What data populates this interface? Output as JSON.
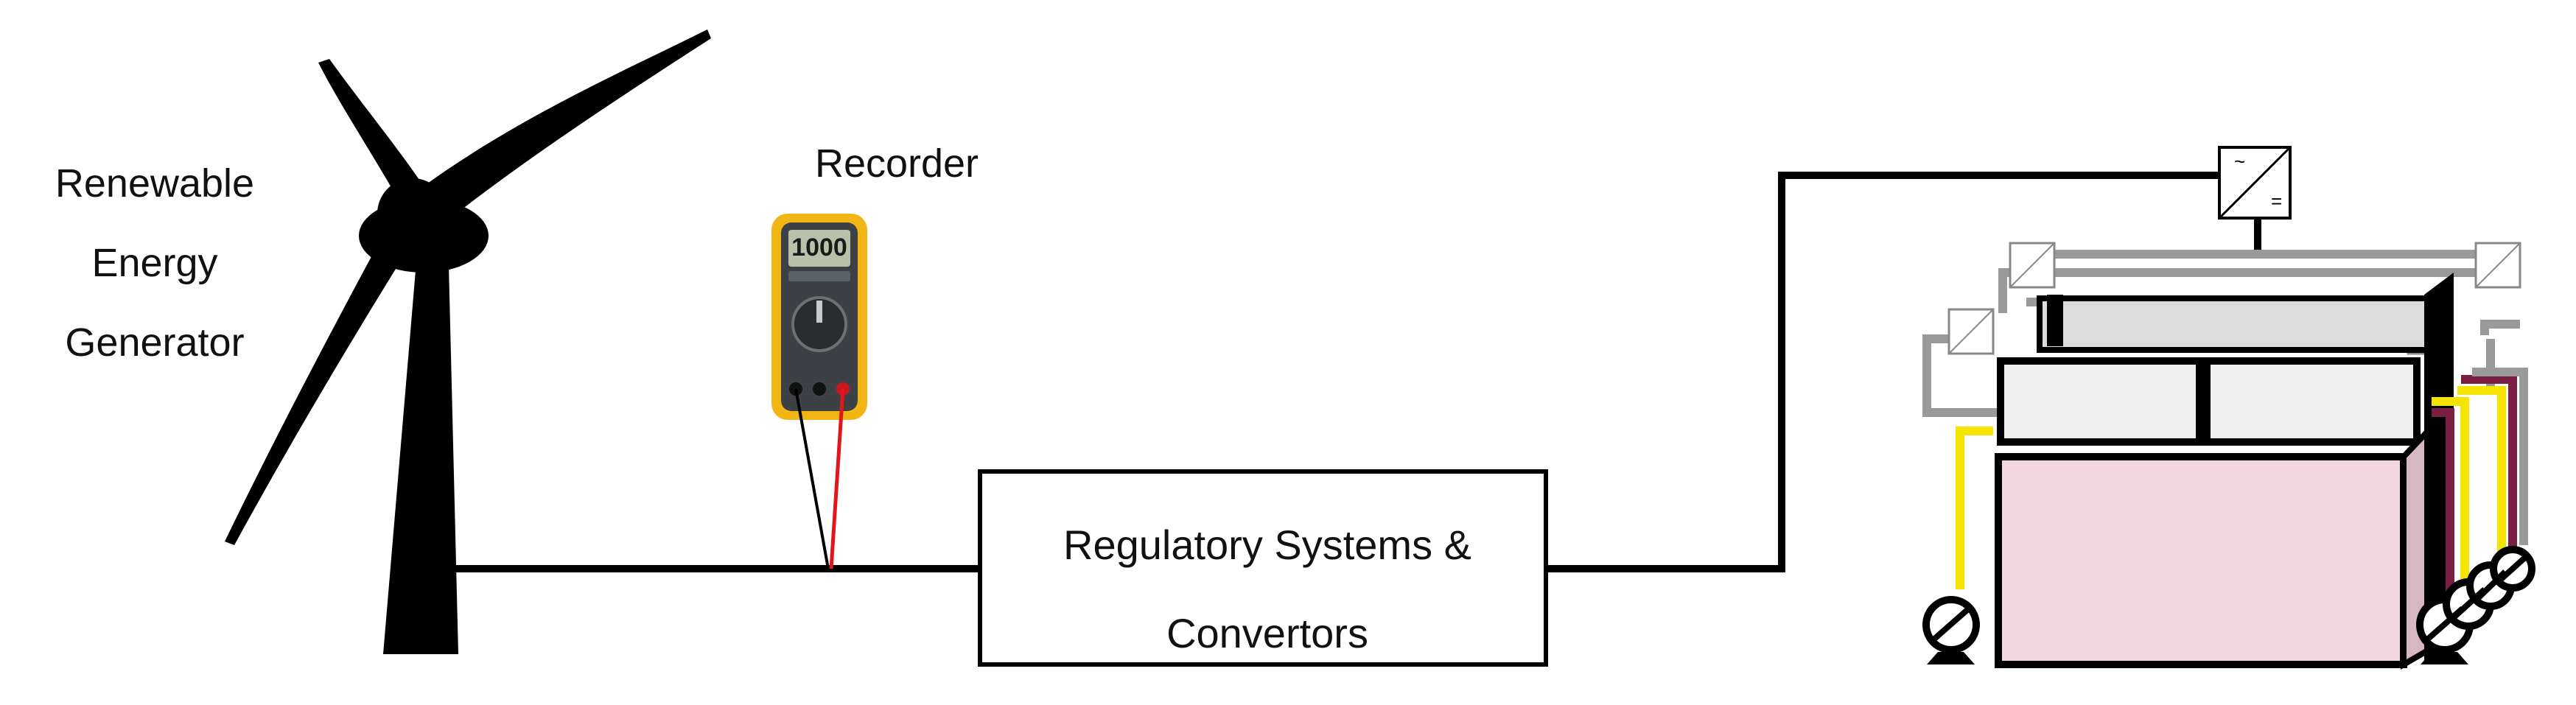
{
  "diagram": {
    "turbine": {
      "label_lines": [
        "Renewable",
        "Energy",
        "Generator"
      ]
    },
    "recorder": {
      "label": "Recorder",
      "display": "1000"
    },
    "regulator": {
      "label_lines": [
        "Regulatory Systems &",
        "Convertors"
      ]
    },
    "converter_symbols": {
      "ac": "~",
      "dc": "="
    }
  },
  "colors": {
    "line": "#000000",
    "probe_red": "#e0161b",
    "meter_yellow": "#f2b516",
    "meter_body": "#3d4145",
    "cabinet_pink": "#f3d6e0",
    "cabinet_light": "#efeff0",
    "pipe_grey": "#9a9a9a",
    "cable_yellow": "#f5e400",
    "cable_maroon": "#7a1e43"
  }
}
